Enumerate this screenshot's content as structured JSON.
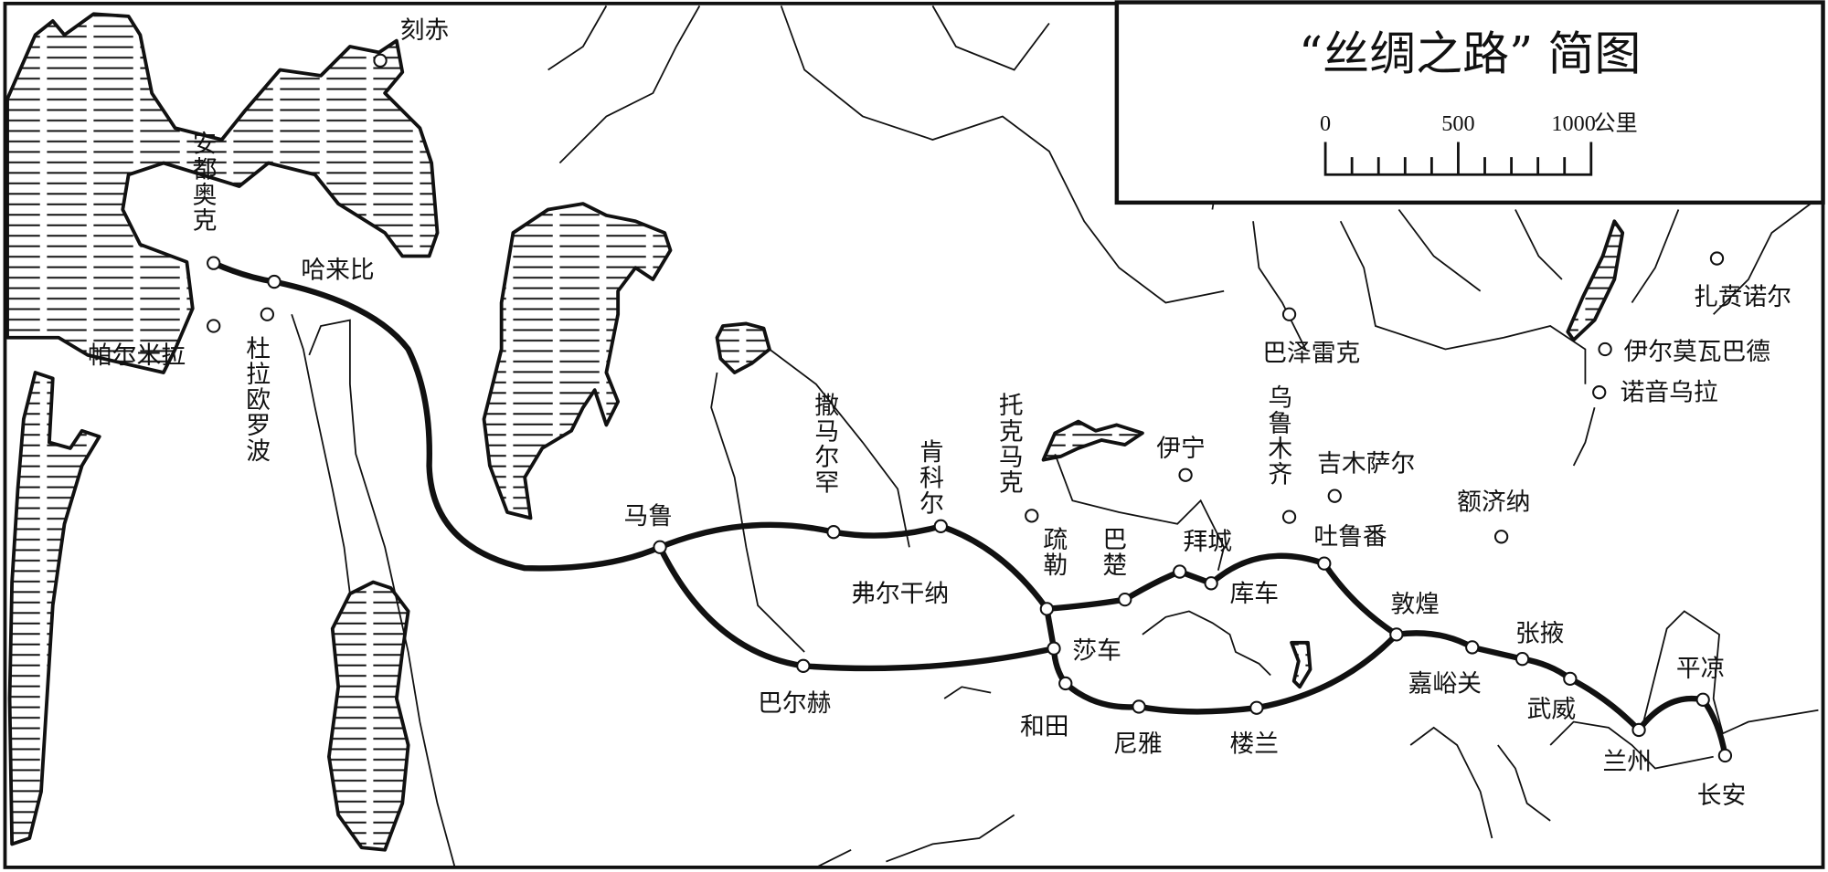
{
  "title": "“丝绸之路” 简图",
  "scale_bar": {
    "ticks": [
      "0",
      "500",
      "1000"
    ],
    "unit": "公里"
  },
  "cities": [
    "刻赤",
    "安都奥克",
    "哈来比",
    "帕尔米拉",
    "杜拉欧罗波",
    "马鲁",
    "撒马尔罕",
    "肯科尔",
    "弗尔干纳",
    "托克马克",
    "伊宁",
    "疏勒",
    "巴楚",
    "拜城",
    "库车",
    "乌鲁木齐",
    "吉木萨尔",
    "吐鲁番",
    "额济纳",
    "巴泽雷克",
    "扎贲诺尔",
    "伊尔莫瓦巴德",
    "诺音乌拉",
    "敦煌",
    "嘉峪关",
    "张掖",
    "武威",
    "兰州",
    "平凉",
    "长安",
    "莎车",
    "和田",
    "尼雅",
    "楼兰",
    "巴尔赫"
  ]
}
